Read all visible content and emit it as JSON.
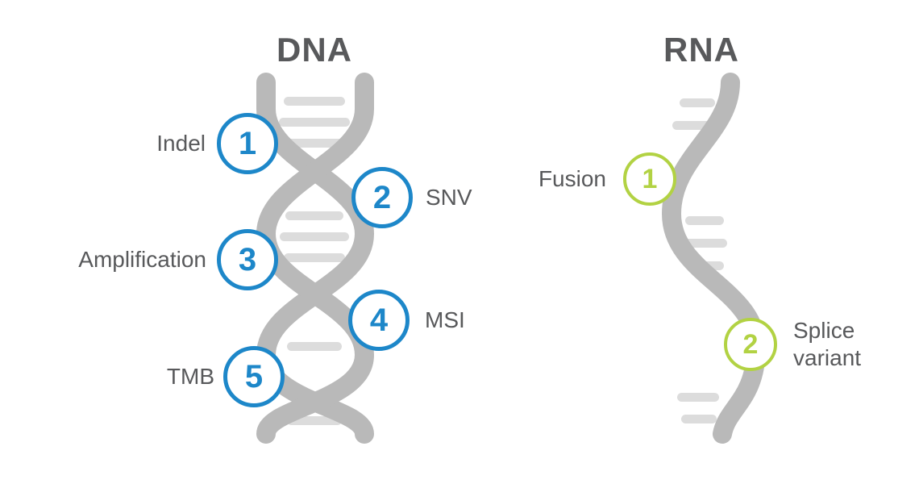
{
  "colors": {
    "blue": "#1d87c9",
    "green": "#b2d243",
    "strand": "#b9b9b9",
    "rung": "#dcdcdc",
    "text": "#58595b"
  },
  "dna": {
    "title": "DNA",
    "markers": [
      {
        "num": "1",
        "label": "Indel"
      },
      {
        "num": "2",
        "label": "SNV"
      },
      {
        "num": "3",
        "label": "Amplification"
      },
      {
        "num": "4",
        "label": "MSI"
      },
      {
        "num": "5",
        "label": "TMB"
      }
    ]
  },
  "rna": {
    "title": "RNA",
    "markers": [
      {
        "num": "1",
        "label": "Fusion"
      },
      {
        "num": "2",
        "label": "Splice variant"
      }
    ]
  }
}
